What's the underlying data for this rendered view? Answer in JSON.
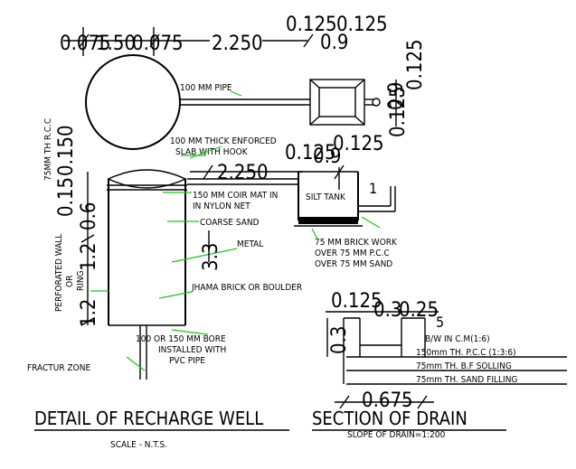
{
  "drawing": {
    "top_dims": {
      "d1": "0.075",
      "d2": "1.50",
      "d3": "0.075",
      "d4": "2.250",
      "d5": "0.125",
      "d6": "0.125",
      "d7": "0.9"
    },
    "right_dims": {
      "r1": "0.9",
      "r2": "0.125",
      "r3": "0.125"
    },
    "pipe_label": "100 MM PIPE",
    "slab_label_1": "100 MM THICK ENFORCED",
    "slab_label_2": "SLAB WITH HOOK",
    "mid_dims": {
      "m1": "0.125",
      "m2": "0.9",
      "m3": "0.125",
      "m4": "2.250",
      "m5": "1"
    },
    "left_dims": {
      "l1": "0.150",
      "l2": "0.6",
      "l3": "0.15",
      "l4": "1.2",
      "l5": "1.2"
    },
    "rcc_label": "75MM TH R.C.C",
    "coir_label_1": "150 MM COIR MAT IN",
    "coir_label_2": "IN  NYLON  NET",
    "silt_tank": "SILT TANK",
    "coarse_sand": "COARSE SAND",
    "metal": "METAL",
    "well_depth": "3.3",
    "brick_1": "75 MM BRICK WORK",
    "brick_2": "OVER 75 MM P.C.C",
    "brick_3": "OVER 75 MM SAND",
    "perforated_1": "PERFORATED WALL",
    "perforated_2": "OR",
    "perforated_3": "RING",
    "jhama": "JHAMA BRICK OR BOULDER",
    "bore_1": "100 OR 150  MM BORE",
    "bore_2": "INSTALLED WITH",
    "bore_3": "PVC  PIPE",
    "fractur": "FRACTUR ZONE",
    "drain_dims": {
      "a": "0.125",
      "b": "0.3",
      "c": "0.25",
      "d": "5",
      "e": "0.3",
      "f": "0.675"
    },
    "drain_layer_1": "B/W IN C.M(1:6)",
    "drain_layer_2": "150mm TH. P.C.C (1:3:6)",
    "drain_layer_3": "75mm TH. B.F SOLLING",
    "drain_layer_4": "75mm TH. SAND FILLING",
    "title_left": "DETAIL OF RECHARGE WELL",
    "scale": "SCALE - N.T.S.",
    "title_right": "SECTION OF DRAIN",
    "slope": "SLOPE OF DRAIN=1:200"
  },
  "colors": {
    "line": "#000000",
    "leader": "#19c619"
  }
}
